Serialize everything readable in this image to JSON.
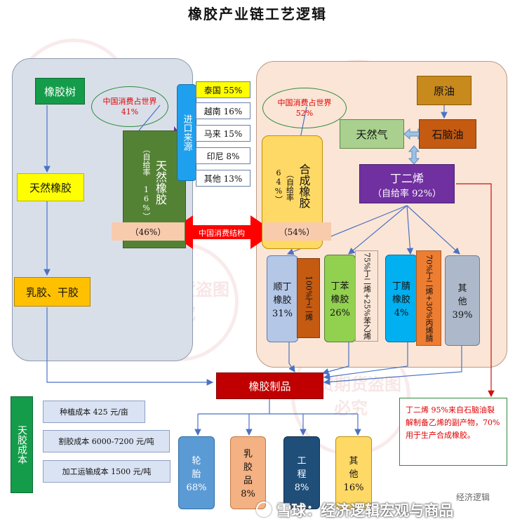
{
  "title": "橡胶产业链工艺逻辑",
  "natural": {
    "tree": "橡胶树",
    "natural_rubber_box": "天然橡胶",
    "latex_dry": "乳胶、干胶",
    "oval": "中国消费占世界 41%",
    "column_main": "天然橡胶",
    "column_sub": "（自给率 16%）",
    "share": "（46%）"
  },
  "import": {
    "label": "进口来源",
    "countries": [
      "泰国 55%",
      "越南 16%",
      "马来 15%",
      "印尼 8%",
      "其他 13%"
    ],
    "country_colors": [
      "#ffff00",
      "#ffffff",
      "#ffffff",
      "#ffffff",
      "#ffffff"
    ]
  },
  "consumption_arrow": "中国消费结构",
  "synthetic": {
    "crude": "原油",
    "natural_gas": "天然气",
    "naphtha": "石脑油",
    "butadiene": "丁二烯",
    "butadiene_rate": "（自给率 92%）",
    "oval": "中国消费占世界 52%",
    "column_main": "合成橡胶",
    "column_sub": "（自给率 64%）",
    "share": "（54%）",
    "products": [
      {
        "name": "顺丁橡胶",
        "pct": "31%",
        "recipe": "100%丁二烯"
      },
      {
        "name": "丁苯橡胶",
        "pct": "26%",
        "recipe": "75%丁二烯+25%苯乙烯"
      },
      {
        "name": "丁腈橡胶",
        "pct": "4%",
        "recipe": "70%丁二烯+30%丙烯腈"
      },
      {
        "name": "其他",
        "pct": "39%"
      }
    ]
  },
  "rubber_products": "橡胶制品",
  "note": "丁二烯 95%来自石脑油裂解制备乙烯的副产物，70%用于生产合成橡胶。",
  "cost": {
    "label": "天胶成本",
    "items": [
      "种植成本 425 元/亩",
      "割胶成本 6000-7200 元/吨",
      "加工运输成本 1500 元/吨"
    ]
  },
  "end_products": [
    {
      "name": "轮胎",
      "pct": "68%"
    },
    {
      "name": "乳胶品",
      "pct": "8%"
    },
    {
      "name": "工程",
      "pct": "8%"
    },
    {
      "name": "其他",
      "pct": "16%"
    }
  ],
  "watermark": "国贸期货盗图必究",
  "footer": "雪球：经济逻辑宏观与商品",
  "footer_top": "经济逻辑"
}
